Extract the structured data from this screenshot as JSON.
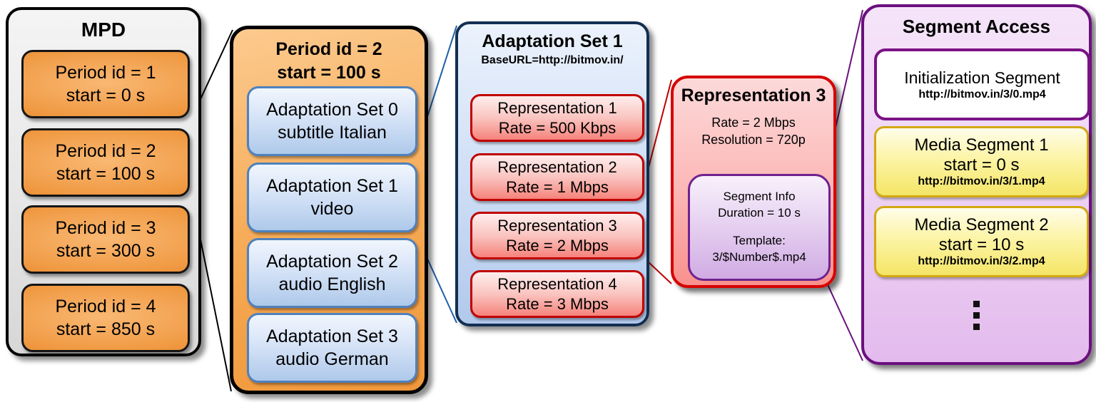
{
  "mpd": {
    "title": "MPD",
    "periods": [
      {
        "line1": "Period id = 1",
        "line2": "start = 0 s"
      },
      {
        "line1": "Period id = 2",
        "line2": "start = 100 s"
      },
      {
        "line1": "Period id = 3",
        "line2": "start = 300 s"
      },
      {
        "line1": "Period id = 4",
        "line2": "start = 850 s"
      }
    ]
  },
  "period_detail": {
    "title_line1": "Period id = 2",
    "title_line2": "start = 100 s",
    "adaptation_sets": [
      {
        "line1": "Adaptation Set 0",
        "line2": "subtitle Italian"
      },
      {
        "line1": "Adaptation Set 1",
        "line2": "video"
      },
      {
        "line1": "Adaptation Set 2",
        "line2": "audio English"
      },
      {
        "line1": "Adaptation Set 3",
        "line2": "audio German"
      }
    ]
  },
  "adaptation_detail": {
    "title": "Adaptation Set 1",
    "base_url": "BaseURL=http://bitmov.in/",
    "representations": [
      {
        "line1": "Representation 1",
        "line2": "Rate = 500 Kbps"
      },
      {
        "line1": "Representation 2",
        "line2": "Rate = 1 Mbps"
      },
      {
        "line1": "Representation 3",
        "line2": "Rate = 2 Mbps"
      },
      {
        "line1": "Representation 4",
        "line2": "Rate = 3 Mbps"
      }
    ]
  },
  "representation_detail": {
    "title": "Representation 3",
    "rate": "Rate = 2 Mbps",
    "resolution": "Resolution = 720p",
    "segment_info": {
      "line1": "Segment Info",
      "line2": "Duration = 10 s",
      "line3": "Template:",
      "line4": "3/$Number$.mp4"
    }
  },
  "segment_access": {
    "title": "Segment Access",
    "initialization_segment": {
      "line1": "Initialization Segment",
      "url": "http://bitmov.in/3/0.mp4"
    },
    "media_segments": [
      {
        "line1": "Media Segment 1",
        "line2": "start = 0 s",
        "url": "http://bitmov.in/3/1.mp4"
      },
      {
        "line1": "Media Segment 2",
        "line2": "start = 10 s",
        "url": "http://bitmov.in/3/2.mp4"
      }
    ],
    "ellipsis_icon": "vertical-ellipsis"
  },
  "connectors": {
    "period_color": "#000000",
    "adaptation_color": "#1f5fa8",
    "representation_color": "#c00000",
    "segment_color": "#6b0f7e"
  }
}
